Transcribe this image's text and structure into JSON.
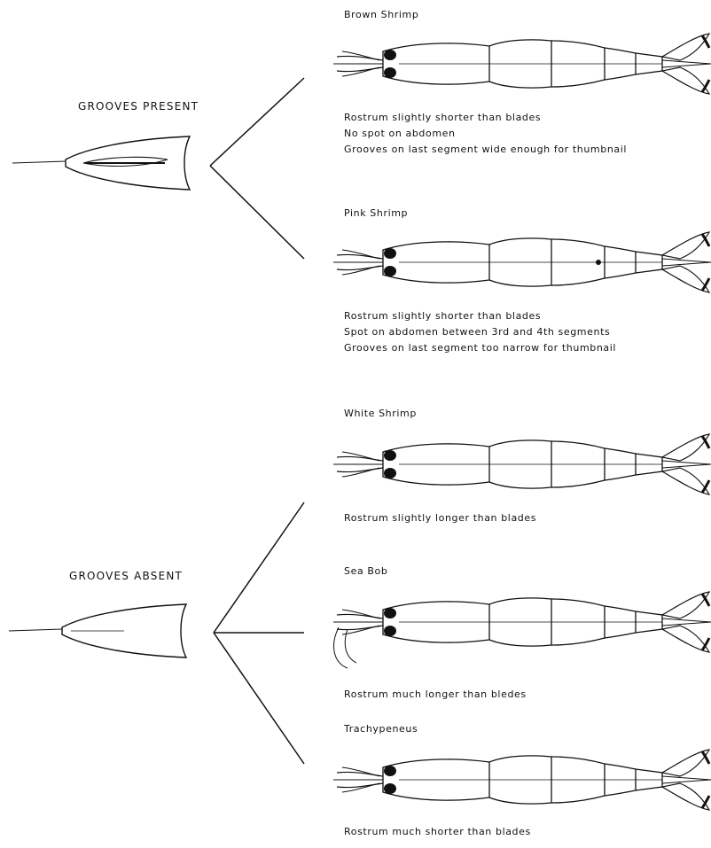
{
  "groups": [
    {
      "label": "GROOVES PRESENT",
      "species": [
        {
          "name": "Brown Shrimp",
          "traits": [
            "Rostrum slightly shorter than blades",
            "No spot on abdomen",
            "Grooves on last segment wide enough for thumbnail"
          ]
        },
        {
          "name": "Pink Shrimp",
          "traits": [
            "Rostrum slightly shorter than blades",
            "Spot on abdomen between 3rd and 4th segments",
            "Grooves on last segment too narrow for thumbnail"
          ]
        }
      ]
    },
    {
      "label": "GROOVES ABSENT",
      "species": [
        {
          "name": "White Shrimp",
          "traits": [
            "Rostrum slightly longer than blades"
          ]
        },
        {
          "name": "Sea Bob",
          "traits": [
            "Rostrum much longer than bledes"
          ]
        },
        {
          "name": "Trachypeneus",
          "traits": [
            "Rostrum much shorter than blades"
          ]
        }
      ]
    }
  ]
}
